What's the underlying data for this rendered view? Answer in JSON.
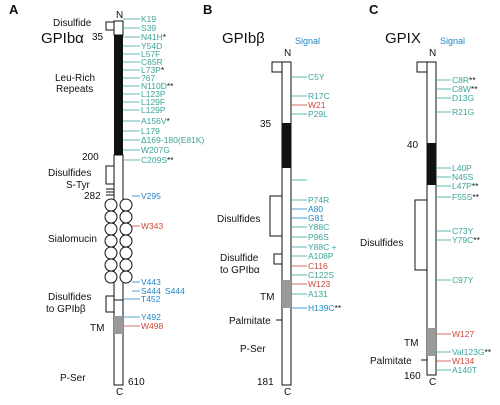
{
  "colors": {
    "teal": "#3aa59a",
    "blue": "#1f86c8",
    "red": "#d0473a",
    "black": "#111111",
    "gray": "#9a9a9a"
  },
  "panels": [
    {
      "letter": "A",
      "title": "GPIbα",
      "n_label": "N",
      "c_label": "C",
      "residues": [
        {
          "label": "35"
        },
        {
          "label": "200"
        },
        {
          "label": "282"
        },
        {
          "label": "610"
        }
      ],
      "domains": [
        "Disulfide",
        "Leu-Rich",
        "Repeats",
        "Disulfides",
        "S-Tyr",
        "Sialomucin",
        "Disulfides",
        "to GPIbβ",
        "TM",
        "P-Ser"
      ],
      "mutations": [
        {
          "text": "K19",
          "color": "teal",
          "mark": ""
        },
        {
          "text": "S39",
          "color": "teal",
          "mark": ""
        },
        {
          "text": "N41H",
          "color": "teal",
          "mark": "*"
        },
        {
          "text": "Y54D",
          "color": "teal",
          "mark": ""
        },
        {
          "text": "L57F",
          "color": "teal",
          "mark": ""
        },
        {
          "text": "C65R",
          "color": "teal",
          "mark": ""
        },
        {
          "text": "L73P",
          "color": "teal",
          "mark": "*"
        },
        {
          "text": "?67",
          "color": "teal",
          "mark": ""
        },
        {
          "text": "N110D",
          "color": "teal",
          "mark": "**"
        },
        {
          "text": "L123P",
          "color": "teal",
          "mark": ""
        },
        {
          "text": "L129F",
          "color": "teal",
          "mark": ""
        },
        {
          "text": "L129P",
          "color": "teal",
          "mark": ""
        },
        {
          "text": "A156V",
          "color": "teal",
          "mark": "*"
        },
        {
          "text": "L179",
          "color": "teal",
          "mark": ""
        },
        {
          "text": "Δ169-180(E81K)",
          "color": "teal",
          "mark": ""
        },
        {
          "text": "W207G",
          "color": "teal",
          "mark": ""
        },
        {
          "text": "C209S",
          "color": "teal",
          "mark": "**"
        },
        {
          "text": "V295",
          "color": "blue",
          "mark": ""
        },
        {
          "text": "W343",
          "color": "red",
          "mark": ""
        },
        {
          "text": "V443",
          "color": "blue",
          "mark": ""
        },
        {
          "text": "S444",
          "color": "blue",
          "mark": ""
        },
        {
          "text": "S444",
          "color": "blue",
          "mark": ""
        },
        {
          "text": "T452",
          "color": "blue",
          "mark": ""
        },
        {
          "text": "Y492",
          "color": "blue",
          "mark": ""
        },
        {
          "text": "W498",
          "color": "red",
          "mark": ""
        }
      ]
    },
    {
      "letter": "B",
      "title": "GPIbβ",
      "n_label": "N",
      "c_label": "C",
      "signal": "Signal",
      "residues": [
        {
          "label": "35"
        },
        {
          "label": "181"
        }
      ],
      "domains": [
        "Disulfides",
        "Disulfide",
        "to GPIbα",
        "TM",
        "Palmitate",
        "P-Ser"
      ],
      "mutations": [
        {
          "text": "C5Y",
          "color": "teal",
          "mark": ""
        },
        {
          "text": "R17C",
          "color": "teal",
          "mark": ""
        },
        {
          "text": "W21",
          "color": "red",
          "mark": ""
        },
        {
          "text": "P29L",
          "color": "teal",
          "mark": ""
        },
        {
          "text": "P74R",
          "color": "teal",
          "mark": ""
        },
        {
          "text": "A80",
          "color": "blue",
          "mark": ""
        },
        {
          "text": "G81",
          "color": "blue",
          "mark": ""
        },
        {
          "text": "Y88C",
          "color": "teal",
          "mark": ""
        },
        {
          "text": "P96S",
          "color": "teal",
          "mark": ""
        },
        {
          "text": "Y88C +",
          "color": "teal",
          "mark": ""
        },
        {
          "text": "A108P",
          "color": "teal",
          "mark": ""
        },
        {
          "text": "C116",
          "color": "red",
          "mark": ""
        },
        {
          "text": "C122S",
          "color": "teal",
          "mark": ""
        },
        {
          "text": "W123",
          "color": "red",
          "mark": ""
        },
        {
          "text": "A131",
          "color": "teal",
          "mark": ""
        },
        {
          "text": "H139C",
          "color": "blue",
          "mark": "**"
        }
      ]
    },
    {
      "letter": "C",
      "title": "GPIX",
      "n_label": "N",
      "c_label": "C",
      "signal": "Signal",
      "residues": [
        {
          "label": "40"
        },
        {
          "label": "160"
        }
      ],
      "domains": [
        "Disulfides",
        "TM",
        "Palmitate"
      ],
      "mutations": [
        {
          "text": "C8R",
          "color": "teal",
          "mark": "**"
        },
        {
          "text": "C8W",
          "color": "teal",
          "mark": "**"
        },
        {
          "text": "D13G",
          "color": "teal",
          "mark": ""
        },
        {
          "text": "R21G",
          "color": "teal",
          "mark": ""
        },
        {
          "text": "L40P",
          "color": "teal",
          "mark": ""
        },
        {
          "text": "N45S",
          "color": "teal",
          "mark": ""
        },
        {
          "text": "L47P",
          "color": "teal",
          "mark": "**"
        },
        {
          "text": "F55S",
          "color": "teal",
          "mark": "**"
        },
        {
          "text": "C73Y",
          "color": "teal",
          "mark": ""
        },
        {
          "text": "Y79C",
          "color": "teal",
          "mark": "**"
        },
        {
          "text": "C97Y",
          "color": "teal",
          "mark": ""
        },
        {
          "text": "W127",
          "color": "red",
          "mark": ""
        },
        {
          "text": "Val123G",
          "color": "teal",
          "mark": "**"
        },
        {
          "text": "W134",
          "color": "red",
          "mark": ""
        },
        {
          "text": "A140T",
          "color": "teal",
          "mark": ""
        }
      ]
    }
  ]
}
